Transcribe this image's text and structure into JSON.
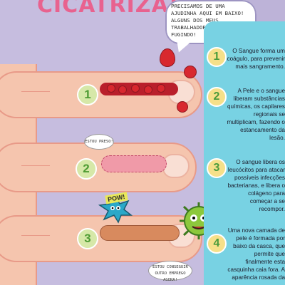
{
  "title": "CICATRIZA!",
  "speech": {
    "text": "PRECISAMOS DE UMA AJUDINHA AQUI EM BAIXO! ALGUNS DOS MEUS TRABALHADORES ESTÃO FUGINDO!"
  },
  "bubbles": {
    "bubble_1": "ESTOU PRESO!",
    "bubble_2": "ESTOU CONSEGUIR OUTRO EMPREGO AGORA!"
  },
  "pow": "POW!",
  "finger_labels": [
    "1",
    "2",
    "3"
  ],
  "steps": [
    {
      "num": "1",
      "text": "O Sangue forma um coágulo, para prevenir mais sangramento."
    },
    {
      "num": "2",
      "text": "A Pele e o sangue liberam substâncias químicas, os capilares regionais se multiplicam, fazendo o estancamento da lesão."
    },
    {
      "num": "3",
      "text": "O sangue libera os leucócitos para atacar possíveis infecções bacterianas, e libera o colágeno para começar a se recompor."
    },
    {
      "num": "4",
      "text": "Uma nova camada de pele é formada por baixo da casca, que permite que finalmente esta casquinha caia fora. A aparência rosada da"
    }
  ],
  "colors": {
    "background": "#bdb3d8",
    "panel": "#78d2e3",
    "title": "#e8628f",
    "skin": "#f5c5ae",
    "blood": "#d8282f"
  }
}
